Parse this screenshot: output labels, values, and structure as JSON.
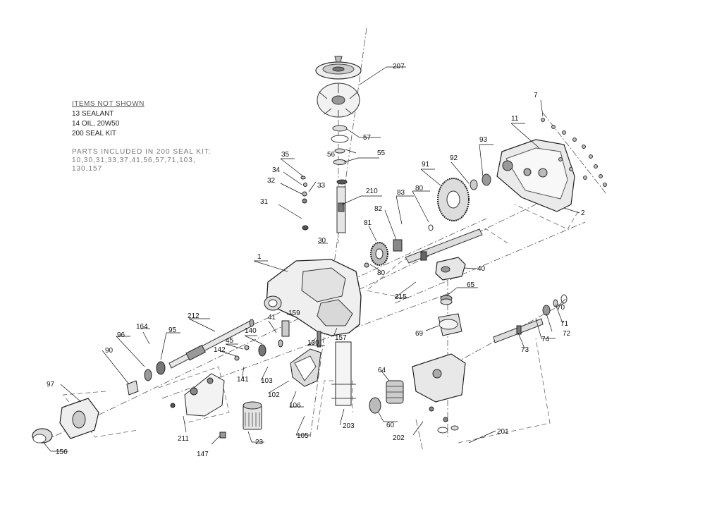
{
  "notes": {
    "header": "ITEMS NOT SHOWN",
    "lines": [
      "13 SEALANT",
      "14 OIL, 20W50",
      "200 SEAL KIT"
    ],
    "parts_heading": "PARTS INCLUDED IN 200 SEAL KIT:",
    "parts_lines": [
      "10,30,31,33,37,41,56,57,71,103,",
      "130,157"
    ]
  },
  "callouts": [
    "207",
    "7",
    "11",
    "93",
    "92",
    "91",
    "2",
    "57",
    "56",
    "55",
    "35",
    "34",
    "32",
    "33",
    "31",
    "210",
    "83",
    "80",
    "82",
    "81",
    "30",
    "80",
    "1",
    "40",
    "65",
    "215",
    "212",
    "159",
    "41",
    "164",
    "95",
    "96",
    "140",
    "130",
    "157",
    "90",
    "45",
    "142",
    "141",
    "103",
    "102",
    "69",
    "70",
    "71",
    "72",
    "74",
    "73",
    "97",
    "106",
    "64",
    "203",
    "60",
    "202",
    "201",
    "211",
    "147",
    "23",
    "105",
    "156"
  ]
}
